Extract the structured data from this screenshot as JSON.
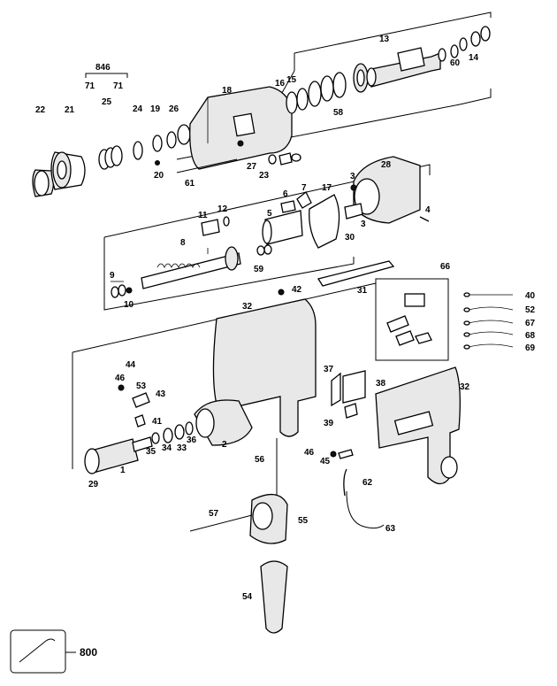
{
  "labels": {
    "l13": "13",
    "l846": "846",
    "l71a": "71",
    "l71b": "71",
    "l22": "22",
    "l21": "21",
    "l25": "25",
    "l24": "24",
    "l19": "19",
    "l26": "26",
    "l18": "18",
    "l16": "16",
    "l15": "15",
    "l58": "58",
    "l60": "60",
    "l14": "14",
    "l20": "20",
    "l61": "61",
    "l27": "27",
    "l23": "23",
    "l3a": "3",
    "l28": "28",
    "l6": "6",
    "l7": "7",
    "l17": "17",
    "l11": "11",
    "l12": "12",
    "l5": "5",
    "l30": "30",
    "l3b": "3",
    "l4": "4",
    "l8": "8",
    "l59": "59",
    "l9": "9",
    "l10": "10",
    "l31": "31",
    "l66": "66",
    "l42": "42",
    "l40": "40",
    "l52": "52",
    "l67": "67",
    "l68": "68",
    "l69": "69",
    "l32a": "32",
    "l32b": "32",
    "l44": "44",
    "l46a": "46",
    "l53": "53",
    "l43": "43",
    "l41": "41",
    "l37": "37",
    "l38": "38",
    "l39": "39",
    "l2": "2",
    "l35": "35",
    "l34": "34",
    "l33": "33",
    "l36": "36",
    "l1": "1",
    "l29": "29",
    "l56": "56",
    "l46b": "46",
    "l45": "45",
    "l62": "62",
    "l57": "57",
    "l55": "55",
    "l63": "63",
    "l54": "54",
    "l800": "800"
  }
}
